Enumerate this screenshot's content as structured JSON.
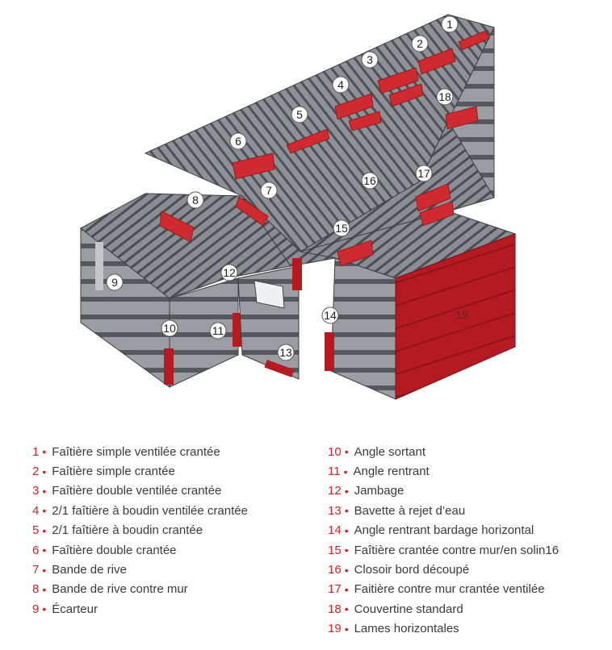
{
  "diagram": {
    "callout_labels": [
      "1",
      "2",
      "3",
      "4",
      "5",
      "6",
      "7",
      "8",
      "9",
      "10",
      "11",
      "12",
      "13",
      "14",
      "15",
      "16",
      "17",
      "18"
    ],
    "panel_label": "19",
    "colors": {
      "accent": "#d0232d",
      "panel_red": "#b51a22",
      "steel": "#8c8f93",
      "steel_dark": "#4a4d51"
    }
  },
  "legend": {
    "bullet": "•",
    "items": [
      {
        "num": "1",
        "label": "Faîtière simple ventilée crantée"
      },
      {
        "num": "2",
        "label": "Faîtière simple crantée"
      },
      {
        "num": "3",
        "label": "Faîtière double ventilée crantée"
      },
      {
        "num": "4",
        "label": "2/1 faîtière à boudin ventilée crantée"
      },
      {
        "num": "5",
        "label": "2/1 faîtière à boudin crantée"
      },
      {
        "num": "6",
        "label": "Faîtière double crantée"
      },
      {
        "num": "7",
        "label": "Bande de rive"
      },
      {
        "num": "8",
        "label": "Bande de rive contre mur"
      },
      {
        "num": "9",
        "label": "Écarteur"
      },
      {
        "num": "10",
        "label": "Angle sortant"
      },
      {
        "num": "11",
        "label": "Angle rentrant"
      },
      {
        "num": "12",
        "label": "Jambage"
      },
      {
        "num": "13",
        "label": "Bavette à rejet d’eau"
      },
      {
        "num": "14",
        "label": "Angle rentrant bardage horizontal"
      },
      {
        "num": "15",
        "label": "Faîtière crantée contre mur/en solin16"
      },
      {
        "num": "16",
        "label": "Closoir bord découpé"
      },
      {
        "num": "17",
        "label": "Faitière contre mur crantée ventilée"
      },
      {
        "num": "18",
        "label": "Couvertine standard"
      },
      {
        "num": "19",
        "label": "Lames horizontales"
      }
    ]
  }
}
